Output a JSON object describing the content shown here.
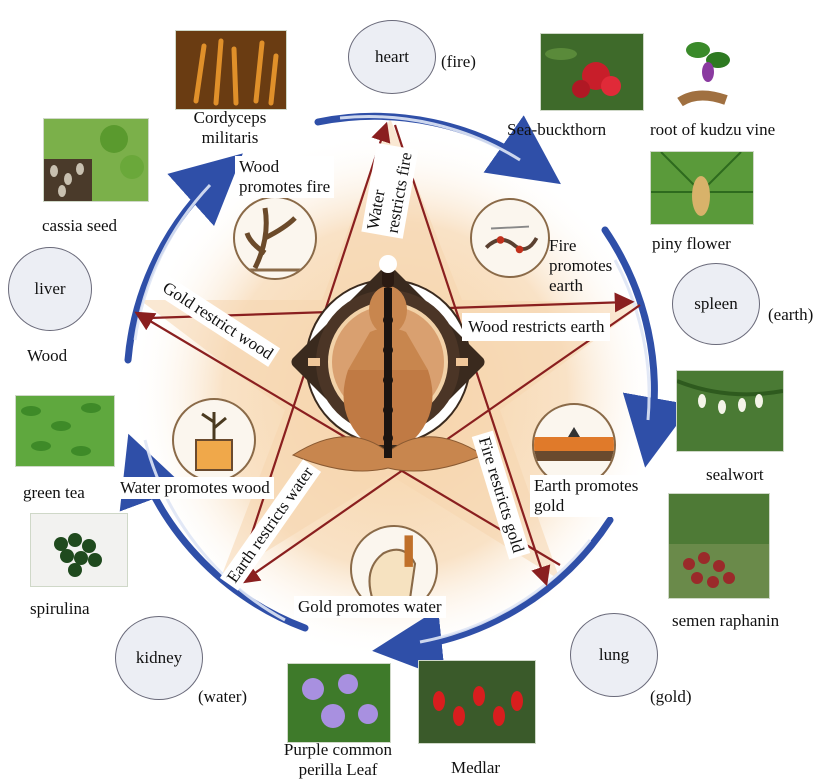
{
  "organs": {
    "heart": "heart",
    "fire": "(fire)",
    "spleen": "spleen",
    "earth": "(earth)",
    "lung": "lung",
    "gold": "(gold)",
    "kidney": "kidney",
    "water": "(water)",
    "liver": "liver",
    "wood": "Wood"
  },
  "herbs": {
    "cordyceps_1": "Cordyceps",
    "cordyceps_2": "militaris",
    "sea_buckthorn": "Sea-buckthorn",
    "kudzu": "root of kudzu vine",
    "piny_flower": "piny flower",
    "cassia_seed": "cassia seed",
    "green_tea": "green tea",
    "spirulina": "spirulina",
    "sealwort": "sealwort",
    "semen_raphanin": "semen raphanin",
    "perilla_1": "Purple common",
    "perilla_2": "perilla Leaf",
    "medlar": "Medlar"
  },
  "cycle": {
    "wood_promotes_fire_1": "Wood",
    "wood_promotes_fire_2": "promotes fire",
    "fire_promotes_earth_1": "Fire",
    "fire_promotes_earth_2": "promotes",
    "fire_promotes_earth_3": "earth",
    "earth_promotes_gold_1": "Earth  promotes",
    "earth_promotes_gold_2": "gold",
    "gold_promotes_water": "Gold promotes water",
    "water_promotes_wood": "Water promotes wood"
  },
  "restrict": {
    "water_restricts_fire_1": "Water",
    "water_restricts_fire_2": "restricts fire",
    "wood_restricts_earth": "Wood restricts earth",
    "fire_restricts_gold": "Fire restricts gold",
    "earth_restricts_water": "Earth restricts water",
    "gold_restrict_wood": "Gold restrict wood"
  },
  "colors": {
    "cycle_arrow": "#2f4fa8",
    "restrict_arrow": "#8a1f1f",
    "star_glow": "#f4cda0",
    "figure_skin": "#c8864e",
    "ornament": "#3a2a1e"
  },
  "icons": [
    "meditating-figure",
    "mandala-ornament",
    "element-vignette"
  ]
}
